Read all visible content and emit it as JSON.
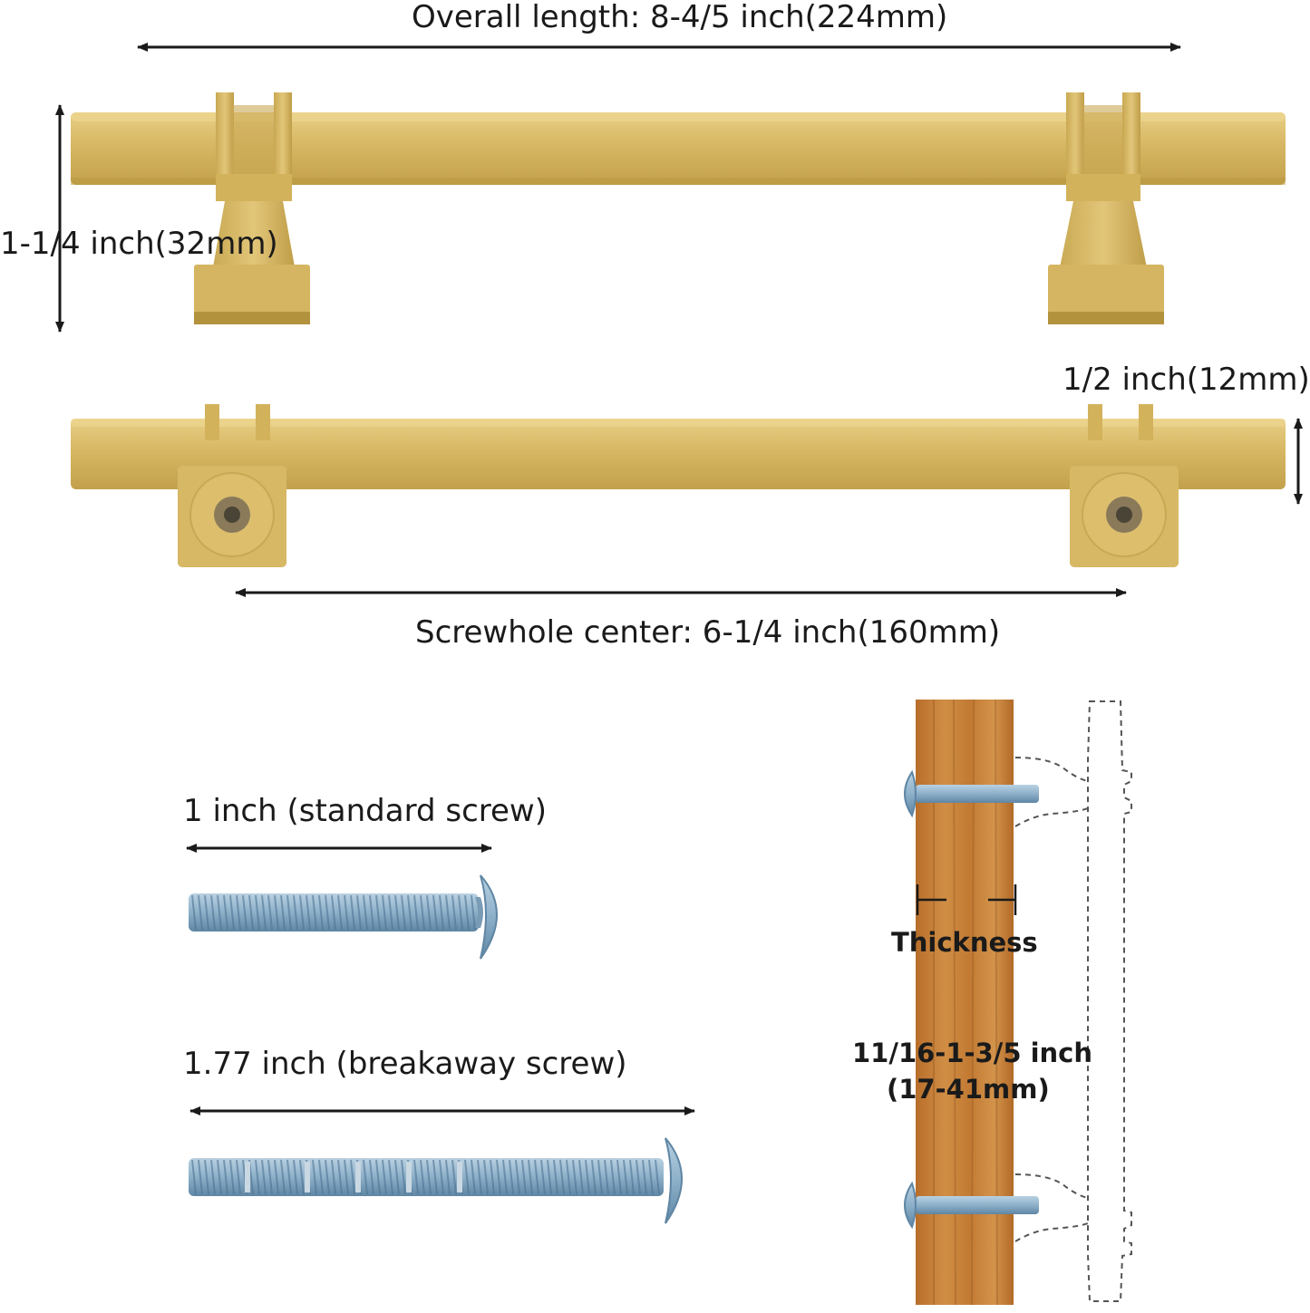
{
  "colors": {
    "brass": "#d6b660",
    "brass_dark": "#b89a45",
    "brass_light": "#e6cb7d",
    "wood": "#c9853b",
    "screw": "#8fb2cc",
    "screw_dark": "#5e87a8",
    "arrow": "#1a1a1a"
  },
  "icons": {
    "handle": "bar-pull-handle",
    "screw": "machine-screw",
    "door": "wood-panel-section"
  },
  "dimensions": {
    "overall_length": "Overall length: 8-4/5 inch(224mm)",
    "height": "1-1/4 inch(32mm)",
    "diameter": "1/2 inch(12mm)",
    "screwhole_center": "Screwhole center: 6-1/4 inch(160mm)"
  },
  "screws": {
    "standard": "1 inch (standard screw)",
    "breakaway": "1.77 inch (breakaway screw)"
  },
  "door": {
    "thickness_label": "Thickness",
    "range_line1": "11/16-1-3/5 inch",
    "range_line2": "(17-41mm)"
  }
}
